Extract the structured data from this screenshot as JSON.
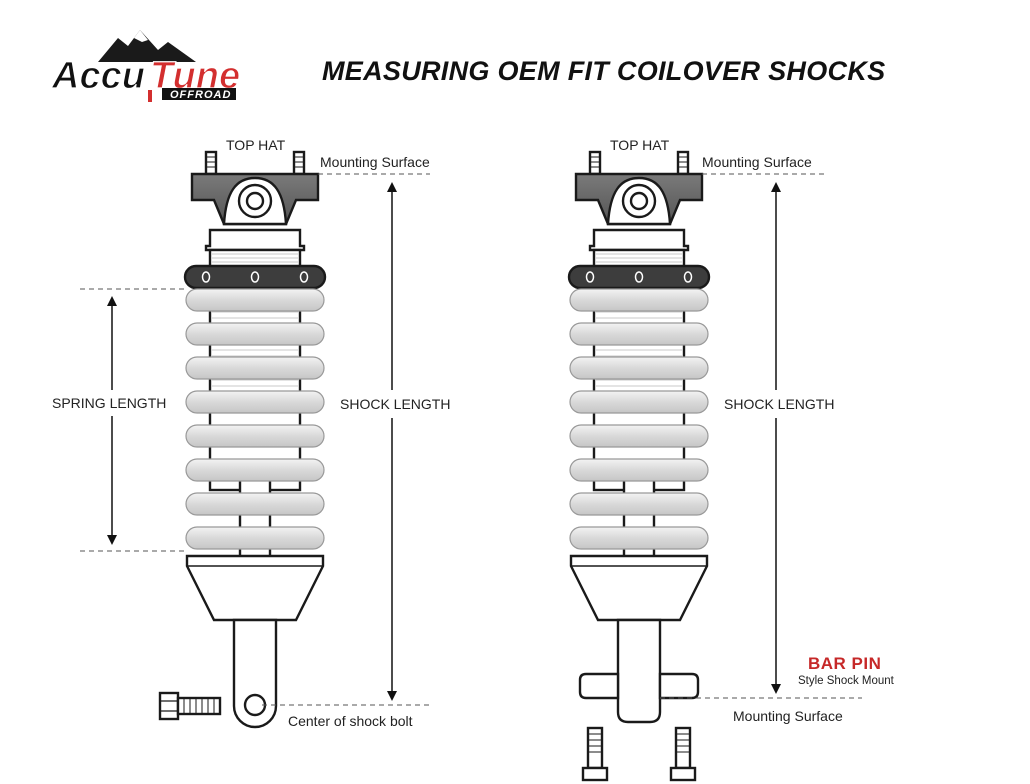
{
  "title": "MEASURING OEM FIT COILOVER SHOCKS",
  "logo": {
    "brand_left": "Accu",
    "brand_right": "Tune",
    "brand_sub": "OFFROAD",
    "colors": {
      "accent": "#d32f2f",
      "dark": "#111111"
    }
  },
  "left_diagram": {
    "top_hat_label": "TOP HAT",
    "mounting_surface_label": "Mounting Surface",
    "spring_length_label": "SPRING LENGTH",
    "shock_length_label": "SHOCK LENGTH",
    "bottom_label": "Center of shock bolt"
  },
  "right_diagram": {
    "top_hat_label": "TOP HAT",
    "mounting_surface_label": "Mounting Surface",
    "shock_length_label": "SHOCK LENGTH",
    "bar_pin_label": "BAR PIN",
    "bar_pin_sub": "Style Shock Mount",
    "bottom_label": "Mounting Surface"
  },
  "colors": {
    "top_hat": "#6e6e6e",
    "spring": "#e0e0e0",
    "retainer": "#3d3d3d",
    "body_lines": "#c8c8c8",
    "bar_pin_text": "#c62828"
  }
}
